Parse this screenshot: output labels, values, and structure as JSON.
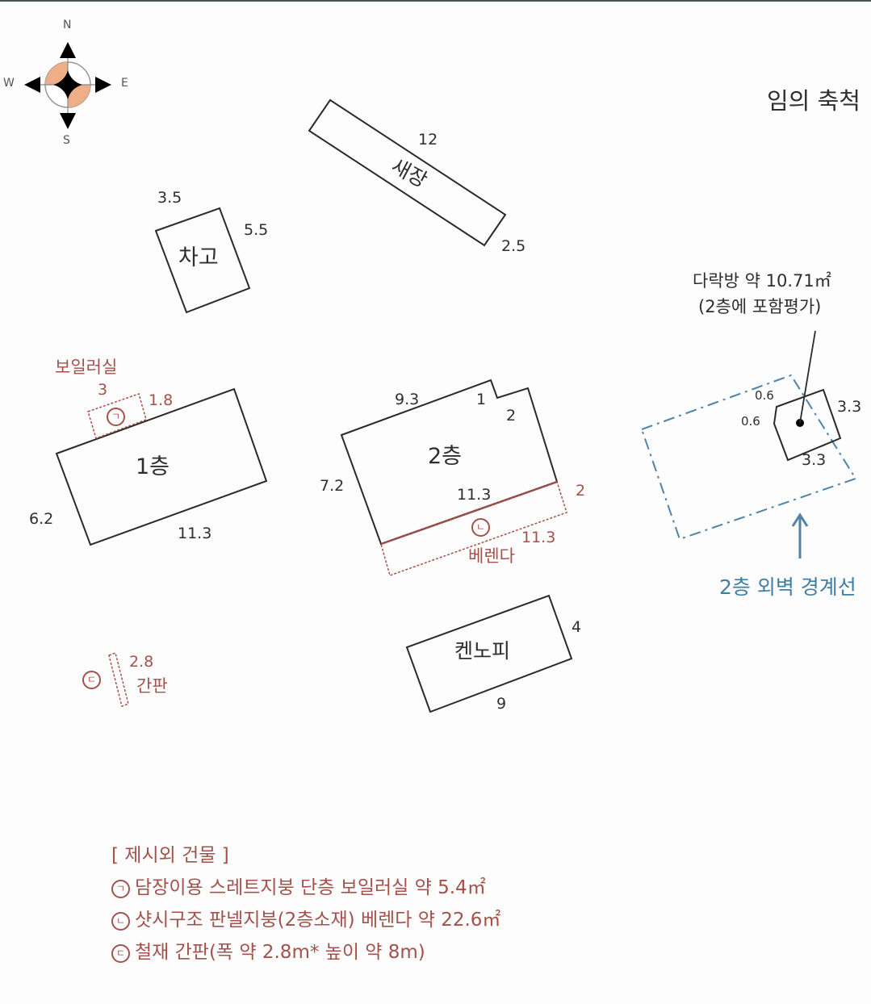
{
  "compass": {
    "n": "N",
    "s": "S",
    "e": "E",
    "w": "W"
  },
  "scale_note": "임의 축척",
  "buildings": {
    "saejang": {
      "name": "새장",
      "dim_long": "12",
      "dim_short": "2.5"
    },
    "chago": {
      "name": "차고",
      "dim_top": "3.5",
      "dim_side": "5.5"
    },
    "floor1": {
      "name": "1층",
      "dim_left": "6.2",
      "dim_bottom": "11.3"
    },
    "boiler": {
      "name": "보일러실",
      "mark": "ㄱ",
      "dim_top": "3",
      "dim_side": "1.8"
    },
    "floor2": {
      "name": "2층",
      "dim_top": "9.3",
      "dim_notch": "1",
      "dim_notch_side": "2",
      "dim_left": "7.2",
      "dim_bottom": "11.3"
    },
    "veranda": {
      "name": "베렌다",
      "mark": "ㄴ",
      "dim_side": "2",
      "dim_long": "11.3"
    },
    "canopy": {
      "name": "켄노피",
      "dim_side": "4",
      "dim_bottom": "9"
    },
    "signboard": {
      "name": "간판",
      "mark": "ㄷ",
      "dim": "2.8"
    },
    "attic": {
      "callout_line1": "다락방 약 10.71㎡",
      "callout_line2": "(2층에 포함평가)",
      "dim_a": "0.6",
      "dim_b": "0.6",
      "dim_c": "3.3",
      "dim_d": "3.3"
    }
  },
  "boundary_label": "2층 외벽 경계선",
  "legend": {
    "title": "[ 제시외 건물 ]",
    "items": [
      {
        "mark": "ㄱ",
        "text": "담장이용 스레트지붕 단층 보일러실 약 5.4㎡"
      },
      {
        "mark": "ㄴ",
        "text": "샷시구조 판넬지붕(2층소재) 베렌다 약 22.6㎡"
      },
      {
        "mark": "ㄷ",
        "text": "철재 간판(폭 약 2.8m* 높이 약 8m)"
      }
    ]
  },
  "colors": {
    "line": "#2a2a2a",
    "annex": "#a5514b",
    "boundary": "#4f84a8",
    "compass_fill": "#eeae88"
  }
}
